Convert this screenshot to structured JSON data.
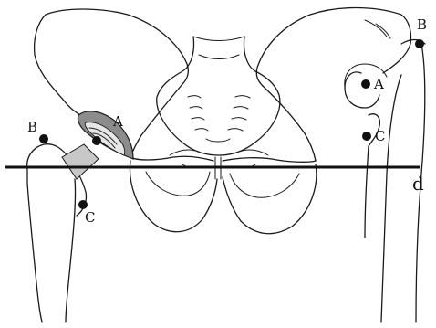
{
  "labels": {
    "right_A": "A",
    "right_B": "B",
    "right_C": "C",
    "left_A": "A",
    "left_B": "B",
    "left_C": "C",
    "line": "d"
  },
  "colors": {
    "ink": "#1a1a1a",
    "implant_cup": "#8c8c8c",
    "implant_stem": "#c8c8c8",
    "background": "#ffffff"
  }
}
